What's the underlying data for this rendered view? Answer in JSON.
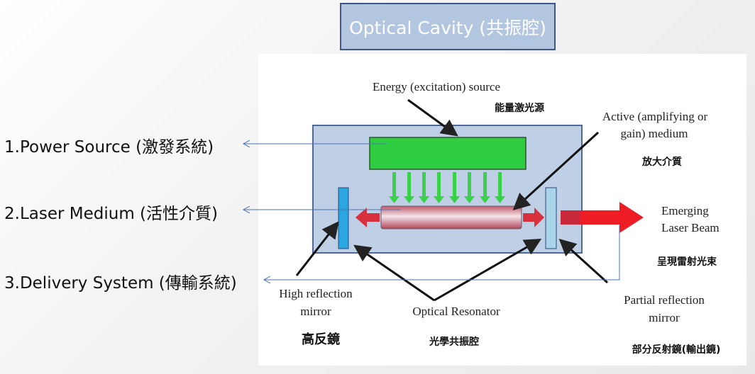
{
  "title": "Optical Cavity (共振腔)",
  "left_labels": [
    "1.Power Source (激發系統)",
    "2.Laser Medium (活性介質)",
    "3.Delivery System (傳輸系統)"
  ],
  "diagram": {
    "energy_source": "Energy (excitation) source",
    "energy_source_zh": "能量激光源",
    "active_medium_line1": "Active (amplifying or",
    "active_medium_line2": "gain) medium",
    "active_medium_zh": "放大介質",
    "emerging_line1": "Emerging",
    "emerging_line2": "Laser Beam",
    "emerging_zh": "呈現雷射光束",
    "high_mirror_line1": "High reflection",
    "high_mirror_line2": "mirror",
    "high_mirror_zh": "高反鏡",
    "resonator": "Optical Resonator",
    "resonator_zh": "光學共振腔",
    "partial_mirror_line1": "Partial reflection",
    "partial_mirror_line2": "mirror",
    "partial_mirror_zh": "部分反射鏡(輸出鏡)"
  },
  "colors": {
    "title_fill": "#b3c6e0",
    "box_fill": "#bfd0e6",
    "pump": "#2ecc40",
    "laser_red": "#e8141c",
    "connector": "#4a73b5"
  }
}
